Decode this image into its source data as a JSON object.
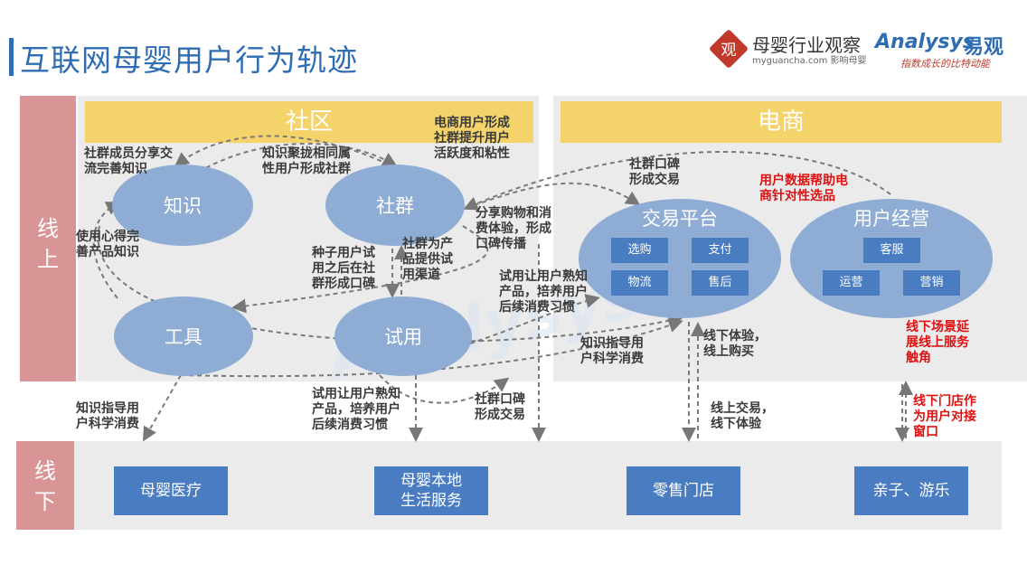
{
  "page": {
    "title": "互联网母婴用户行为轨迹"
  },
  "brand": {
    "seal_char": "观",
    "name": "母婴行业观察",
    "site": "myguancha.com 影响母婴",
    "analysys": "Analysys",
    "analysys_cn": "易观",
    "slogan": "指数成长的比特动能"
  },
  "sections": {
    "online": "线上",
    "offline": "线下",
    "social_band": "社区",
    "ecom_band": "电商"
  },
  "nodes": {
    "knowledge": "知识",
    "community": "社群",
    "tools": "工具",
    "trial": "试用",
    "trade_platform": "交易平台",
    "user_ops": "用户经营"
  },
  "chips": {
    "trade": [
      "选购",
      "支付",
      "物流",
      "售后"
    ],
    "ops": [
      "客服",
      "运营",
      "营销"
    ]
  },
  "offline_boxes": [
    "母婴医疗",
    "母婴本地\n生活服务",
    "零售门店",
    "亲子、游乐"
  ],
  "notes": {
    "n1": "社群成员分享交\n流完善知识",
    "n2": "知识聚拢相同属\n性用户形成社群",
    "n3": "电商用户形成\n社群提升用户\n活跃度和粘性",
    "n4": "社群口碑\n形成交易",
    "n5": "使用心得完\n善产品知识",
    "n6": "种子用户试\n用之后在社\n群形成口碑",
    "n7": "社群为产\n品提供试\n用渠道",
    "n8": "分享购物和消\n费体验，形成\n口碑传播",
    "n9": "试用让用户熟知\n产品，培养用户\n后续消费习惯",
    "n10": "知识指导用\n户科学消费",
    "n11": "线下体验，\n线上购买",
    "n12": "知识指导用\n户科学消费",
    "n13": "试用让用户熟知\n产品，培养用户\n后续消费习惯",
    "n14": "社群口碑\n形成交易",
    "n15": "线上交易，\n线下体验",
    "red1": "用户数据帮助电\n商针对性选品",
    "red2": "线下场景延\n展线上服务\n触角",
    "red3": "线下门店作\n为用户对接\n窗口"
  },
  "colors": {
    "accent": "#2e6db4",
    "side_label": "#d99496",
    "band": "#f5d36b",
    "ellipse": "#8fadd4",
    "chip": "#4a7cc2",
    "red_note": "#e01010"
  }
}
